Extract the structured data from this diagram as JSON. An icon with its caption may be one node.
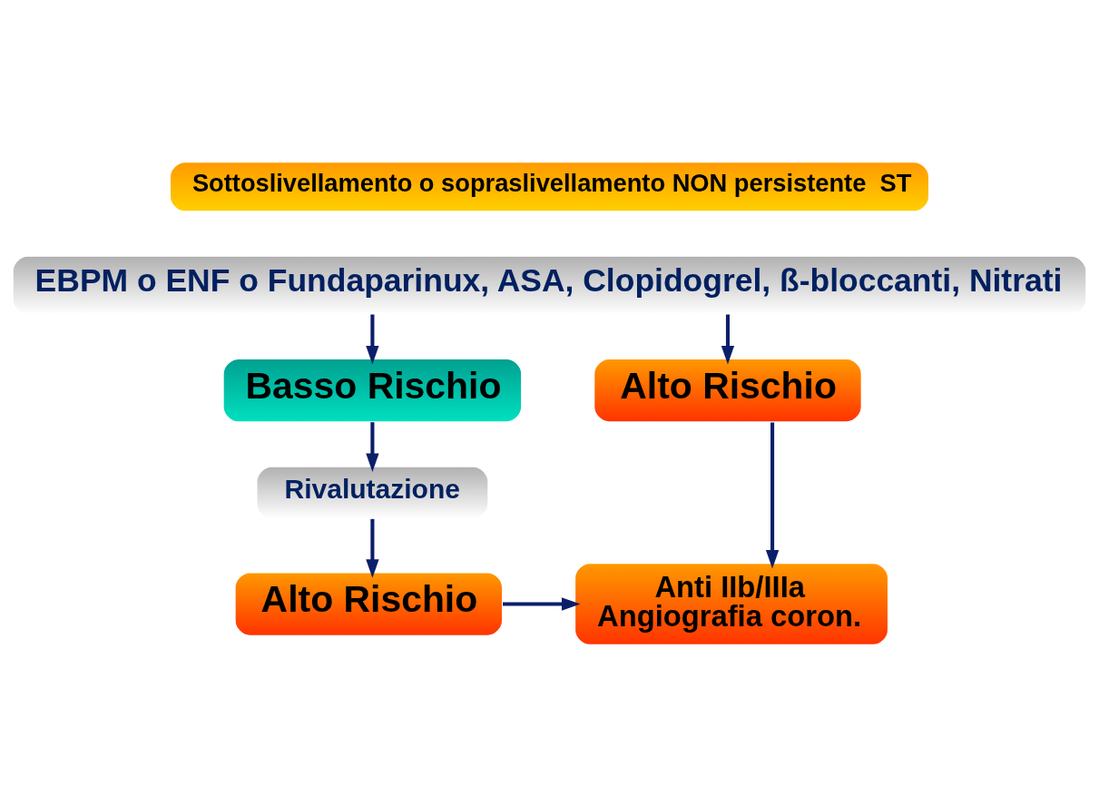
{
  "diagram": {
    "nodes": [
      {
        "text": [
          "Sottoslivellamento o sopraslivellamento NON persistente  ST"
        ]
      },
      {
        "text": [
          "EBPM o ENF o Fundaparinux, ASA, Clopidogrel, ß-bloccanti, Nitrati"
        ]
      },
      {
        "text": [
          "Alto Rischio"
        ]
      },
      {
        "text": [
          "Basso Rischio"
        ]
      },
      {
        "text": [
          "Rivalutazione"
        ]
      },
      {
        "text": [
          "Anti IIb/IIIa",
          "Angiografia coron."
        ]
      },
      {
        "text": [
          "Alto Rischio"
        ]
      }
    ],
    "edges": [
      {
        "from": 1,
        "to": 2,
        "arrow": "to"
      },
      {
        "from": 1,
        "to": 3,
        "arrow": "to"
      },
      {
        "from": 2,
        "to": 5,
        "arrow": "to"
      },
      {
        "from": 3,
        "to": 4,
        "arrow": "to"
      },
      {
        "from": 4,
        "to": 6,
        "arrow": "to"
      },
      {
        "from": 6,
        "to": 5,
        "arrow": "to"
      }
    ]
  }
}
